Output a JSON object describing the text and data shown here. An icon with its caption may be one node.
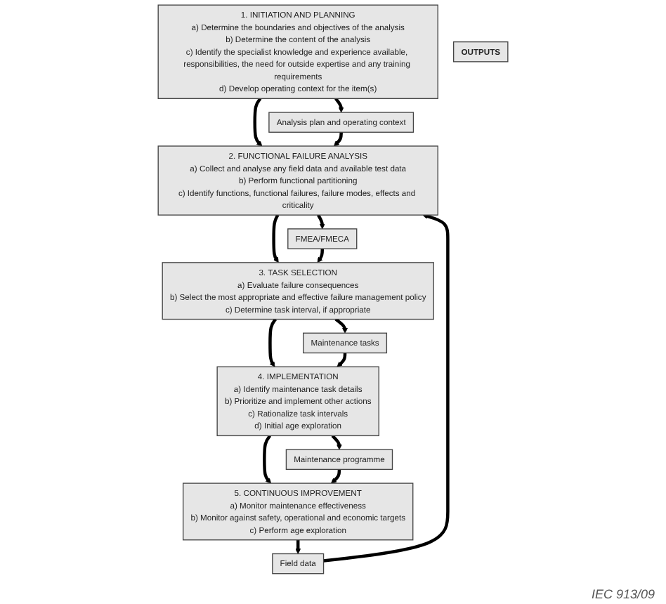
{
  "diagram": {
    "nodes": [
      {
        "text": [
          "1. INITIATION AND PLANNING",
          "a) Determine the boundaries and objectives of the analysis",
          "b) Determine the content of the analysis",
          "c) Identify the specialist knowledge and experience available, responsibilities, the need for outside expertise and any training requirements",
          "d) Develop operating context for the item(s)"
        ]
      },
      {
        "text": [
          "OUTPUTS"
        ]
      },
      {
        "text": [
          "Analysis plan and operating context"
        ]
      },
      {
        "text": [
          "2. FUNCTIONAL FAILURE ANALYSIS",
          "a) Collect and analyse any field data and available test data",
          "b) Perform functional partitioning",
          "c) Identify functions, functional failures, failure modes, effects and criticality"
        ]
      },
      {
        "text": [
          "FMEA/FMECA"
        ]
      },
      {
        "text": [
          "3. TASK SELECTION",
          "a) Evaluate failure consequences",
          "b) Select the most appropriate and effective failure management policy",
          "c) Determine task interval, if appropriate"
        ]
      },
      {
        "text": [
          "Maintenance tasks"
        ]
      },
      {
        "text": [
          "4. IMPLEMENTATION",
          "a) Identify maintenance task details",
          "b) Prioritize and implement other actions",
          "c) Rationalize task intervals",
          "d) Initial age exploration"
        ]
      },
      {
        "text": [
          "Maintenance programme"
        ]
      },
      {
        "text": [
          "5. CONTINUOUS IMPROVEMENT",
          "a) Monitor maintenance effectiveness",
          "b) Monitor against safety, operational and economic targets",
          "c) Perform age exploration"
        ]
      },
      {
        "text": [
          "Field data"
        ]
      }
    ],
    "edges": [
      {
        "from": 0,
        "to": 3,
        "arrow": "to"
      },
      {
        "from": 0,
        "to": 2,
        "arrow": "to"
      },
      {
        "from": 2,
        "to": 3,
        "arrow": "to"
      },
      {
        "from": 3,
        "to": 5,
        "arrow": "to"
      },
      {
        "from": 3,
        "to": 4,
        "arrow": "to"
      },
      {
        "from": 4,
        "to": 5,
        "arrow": "to"
      },
      {
        "from": 5,
        "to": 7,
        "arrow": "to"
      },
      {
        "from": 5,
        "to": 6,
        "arrow": "to"
      },
      {
        "from": 6,
        "to": 7,
        "arrow": "to"
      },
      {
        "from": 7,
        "to": 9,
        "arrow": "to"
      },
      {
        "from": 7,
        "to": 8,
        "arrow": "to"
      },
      {
        "from": 8,
        "to": 9,
        "arrow": "to"
      },
      {
        "from": 9,
        "to": 10,
        "arrow": "to"
      },
      {
        "from": 10,
        "to": 3,
        "arrow": "to"
      }
    ],
    "labels": [
      "IEC 913/09"
    ]
  }
}
